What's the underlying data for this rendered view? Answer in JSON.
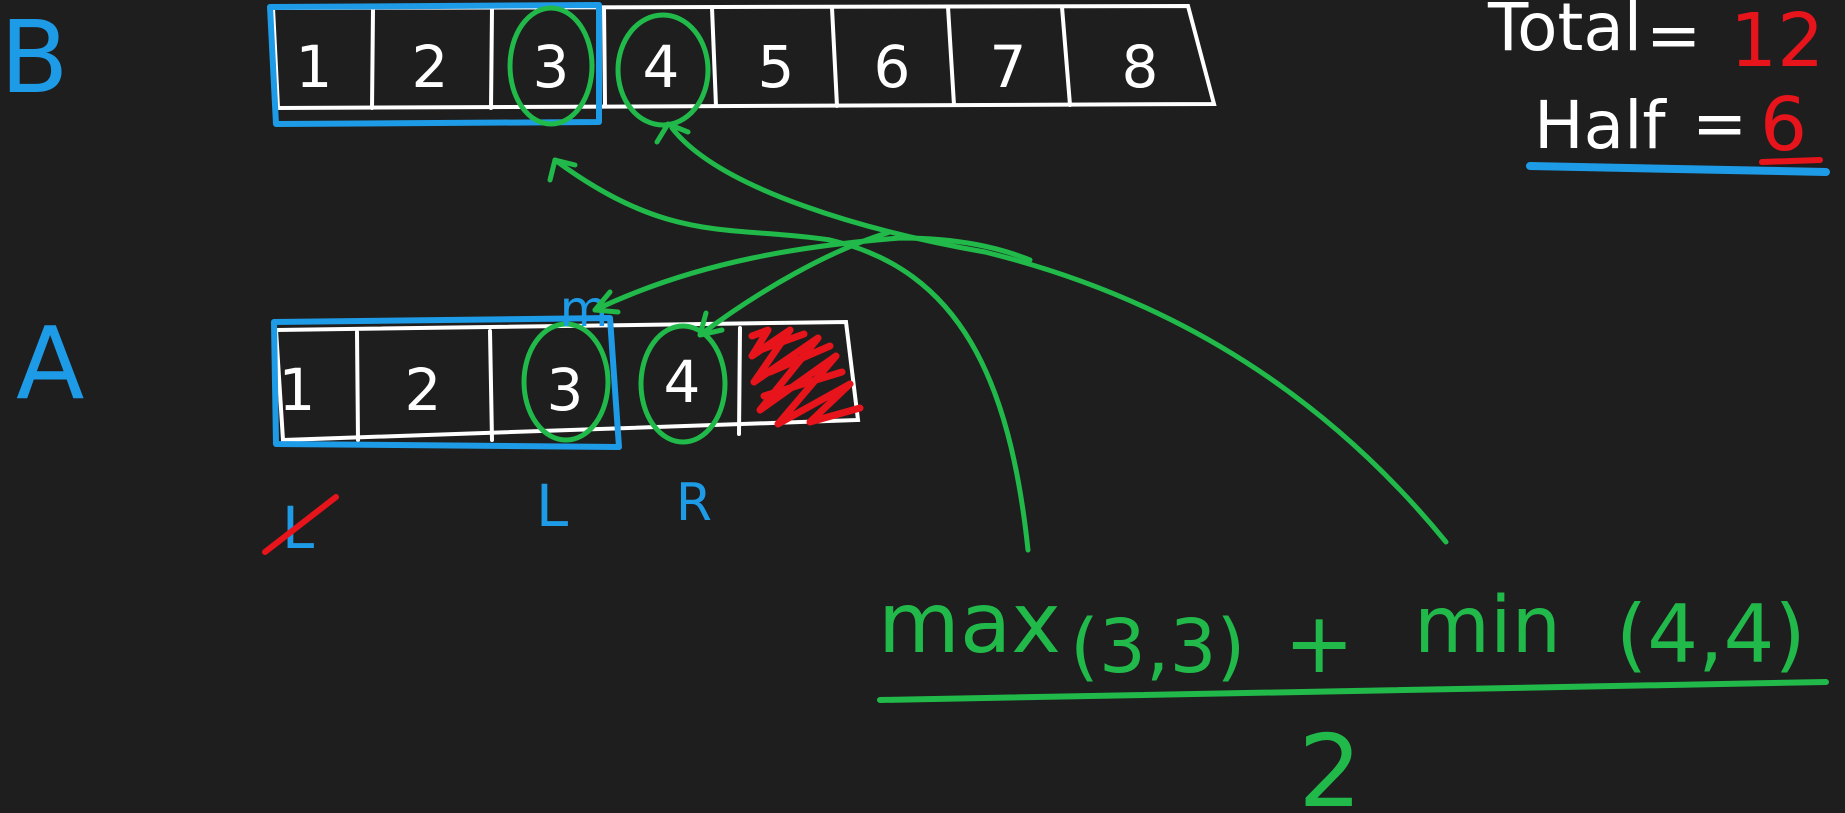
{
  "colors": {
    "background": "#1e1e1e",
    "white": "#ffffff",
    "blue": "#1e9be6",
    "green": "#21b94a",
    "red": "#e8141b"
  },
  "arrays": {
    "b": {
      "label": "B",
      "cells": [
        "1",
        "2",
        "3",
        "4",
        "5",
        "6",
        "7",
        "8"
      ]
    },
    "a": {
      "label": "A",
      "cells": [
        "1",
        "2",
        "3",
        "4",
        ""
      ]
    }
  },
  "pointers": {
    "m": "m",
    "l_crossed": "L",
    "l": "L",
    "r": "R"
  },
  "summary": {
    "total_label": "Total",
    "equals_sign": "=",
    "total_value": "12",
    "half_label": "Half",
    "half_value": "6"
  },
  "formula": {
    "max_label": "max",
    "max_args": "(3,3)",
    "plus": "+",
    "min_label": "min",
    "min_args": "(4,4)",
    "denominator": "2"
  }
}
